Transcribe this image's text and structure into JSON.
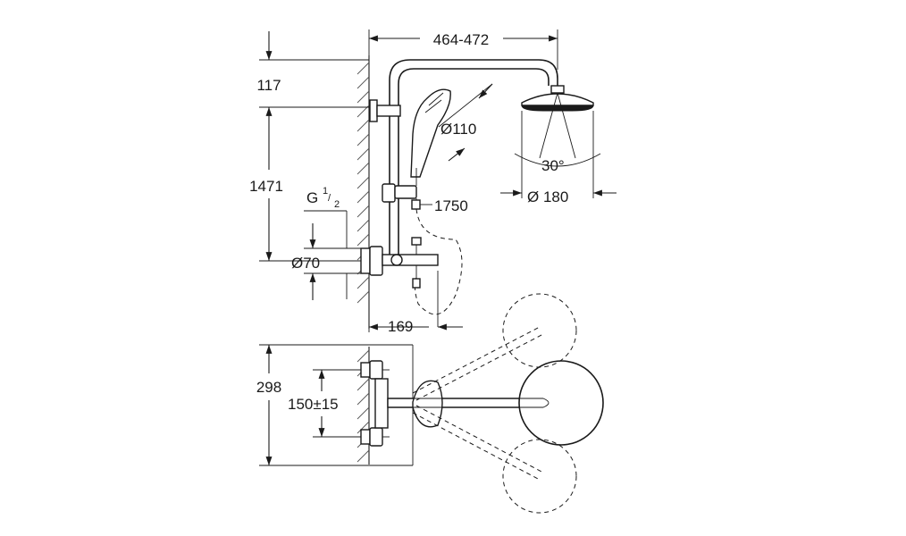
{
  "dimensions": {
    "arm_projection": "464-472",
    "top_offset": "117",
    "overall_height": "1471",
    "thread": "G",
    "thread_fraction_num": "1",
    "thread_fraction_den": "2",
    "mixer_diameter": "Ø70",
    "hand_shower_diameter": "Ø110",
    "hose_length": "1750",
    "spray_angle": "30°",
    "head_shower_diameter": "Ø 180",
    "spout_projection": "169",
    "plan_depth": "298",
    "inlet_centres": "150±15"
  }
}
